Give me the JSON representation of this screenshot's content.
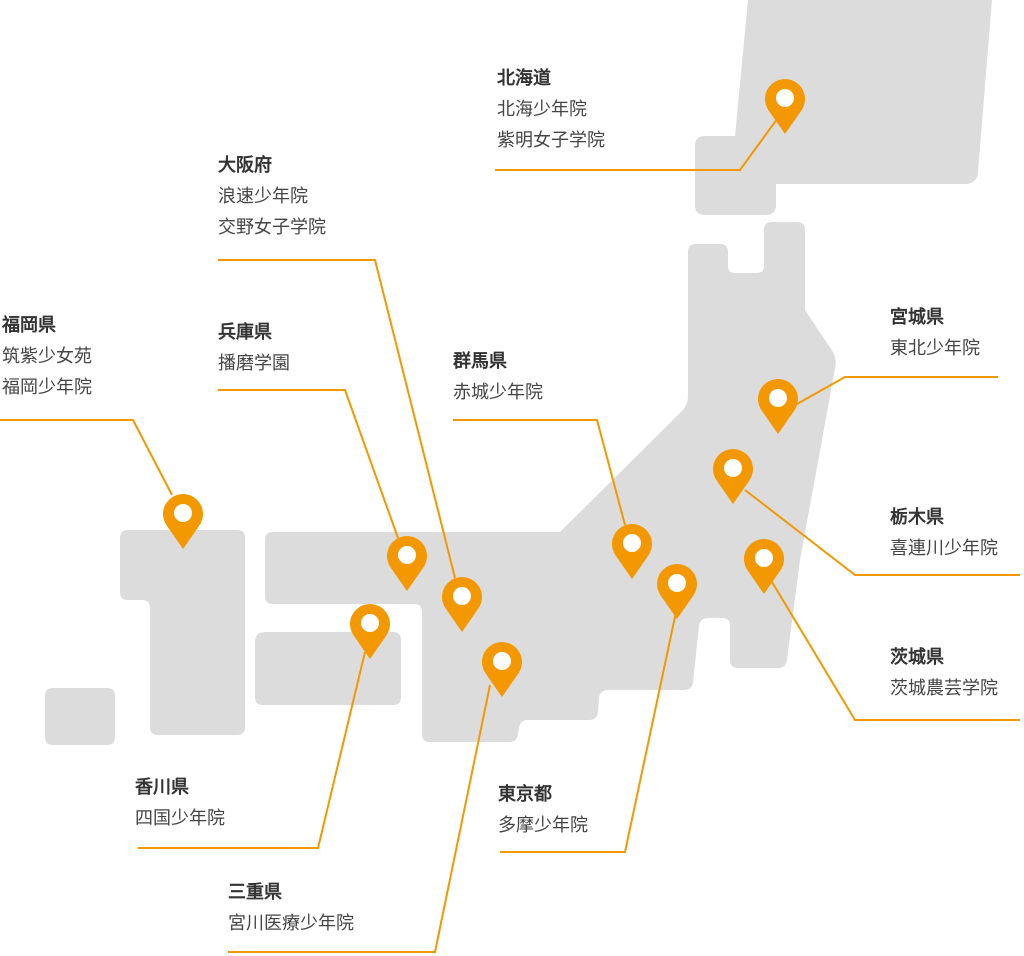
{
  "colors": {
    "land": "#dcdcdc",
    "accent": "#f39800",
    "text": "#333333"
  },
  "regions": [
    {
      "name": "北海道",
      "facilities": [
        "北海少年院",
        "紫明女子学院"
      ]
    },
    {
      "name": "大阪府",
      "facilities": [
        "浪速少年院",
        "交野女子学院"
      ]
    },
    {
      "name": "福岡県",
      "facilities": [
        "筑紫少女苑",
        "福岡少年院"
      ]
    },
    {
      "name": "兵庫県",
      "facilities": [
        "播磨学園"
      ]
    },
    {
      "name": "群馬県",
      "facilities": [
        "赤城少年院"
      ]
    },
    {
      "name": "宮城県",
      "facilities": [
        "東北少年院"
      ]
    },
    {
      "name": "栃木県",
      "facilities": [
        "喜連川少年院"
      ]
    },
    {
      "name": "茨城県",
      "facilities": [
        "茨城農芸学院"
      ]
    },
    {
      "name": "香川県",
      "facilities": [
        "四国少年院"
      ]
    },
    {
      "name": "東京都",
      "facilities": [
        "多摩少年院"
      ]
    },
    {
      "name": "三重県",
      "facilities": [
        "宮川医療少年院"
      ]
    }
  ]
}
